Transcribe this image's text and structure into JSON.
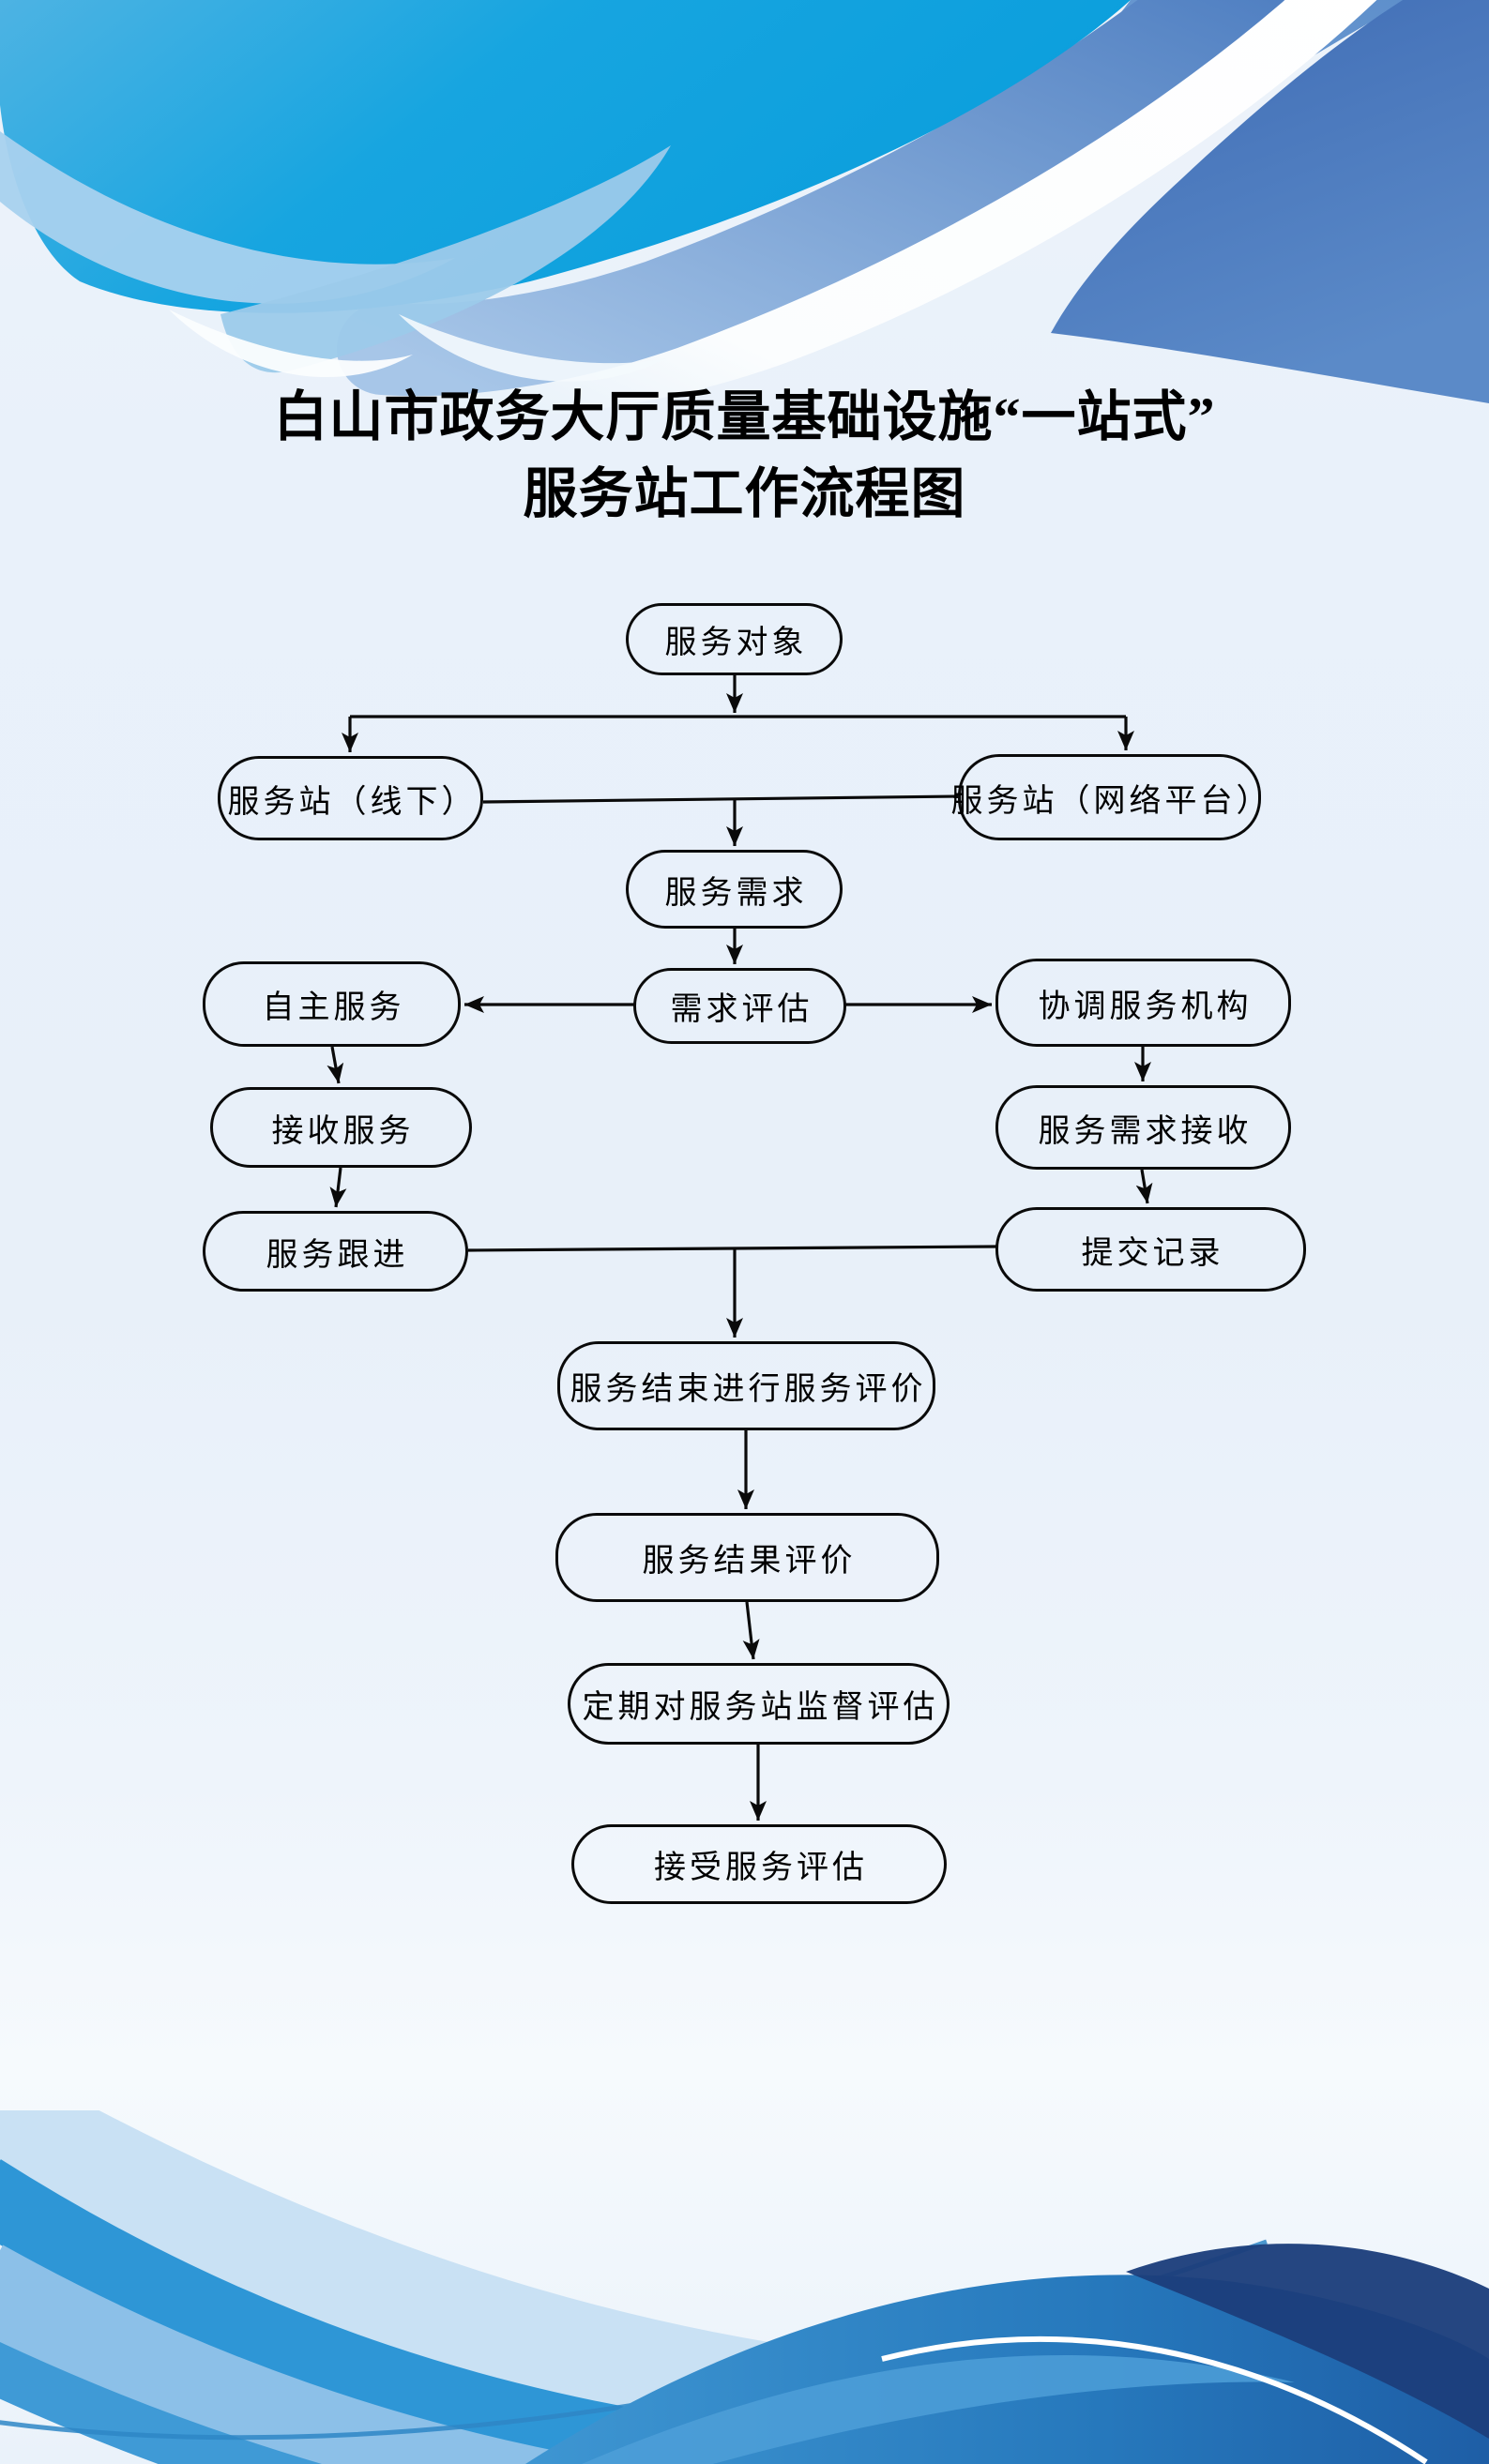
{
  "title": {
    "line1": "白山市政务大厅质量基础设施“一站式”",
    "line2": "服务站工作流程图"
  },
  "flowchart": {
    "nodes": {
      "service_target": "服务对象",
      "station_offline": "服务站（线下）",
      "station_online": "服务站（网络平台）",
      "service_demand": "服务需求",
      "demand_assessment": "需求评估",
      "self_service": "自主服务",
      "coordinate_agency": "协调服务机构",
      "receive_service": "接收服务",
      "demand_reception": "服务需求接收",
      "service_followup": "服务跟进",
      "submit_record": "提交记录",
      "service_evaluation": "服务结束进行服务评价",
      "result_evaluation": "服务结果评价",
      "periodic_supervision": "定期对服务站监督评估",
      "accept_evaluation": "接受服务评估"
    },
    "edges": [
      {
        "from": "service_target",
        "to": "station_offline"
      },
      {
        "from": "service_target",
        "to": "station_online"
      },
      {
        "from": "station_offline",
        "to": "service_demand"
      },
      {
        "from": "station_online",
        "to": "service_demand"
      },
      {
        "from": "service_demand",
        "to": "demand_assessment"
      },
      {
        "from": "demand_assessment",
        "to": "self_service"
      },
      {
        "from": "demand_assessment",
        "to": "coordinate_agency"
      },
      {
        "from": "self_service",
        "to": "receive_service"
      },
      {
        "from": "coordinate_agency",
        "to": "demand_reception"
      },
      {
        "from": "receive_service",
        "to": "service_followup"
      },
      {
        "from": "demand_reception",
        "to": "submit_record"
      },
      {
        "from": "service_followup",
        "to": "service_evaluation"
      },
      {
        "from": "submit_record",
        "to": "service_evaluation"
      },
      {
        "from": "service_evaluation",
        "to": "result_evaluation"
      },
      {
        "from": "result_evaluation",
        "to": "periodic_supervision"
      },
      {
        "from": "periodic_supervision",
        "to": "accept_evaluation"
      }
    ]
  },
  "colors": {
    "page_background": "#E8F1FA",
    "node_border": "#0A0A0A",
    "node_text": "#000000",
    "connector": "#0A0A0A",
    "wave_cyan": "#0C9FDB",
    "wave_azure": "#2E96D6",
    "wave_steel_light": "#4E7EC1",
    "wave_steel_dark": "#3E6BB4",
    "wave_navy": "#1C3E7C",
    "wave_light_blue": "#9CC8EA",
    "wave_pale": "#C9E1F4",
    "wave_white": "#FFFFFF"
  }
}
